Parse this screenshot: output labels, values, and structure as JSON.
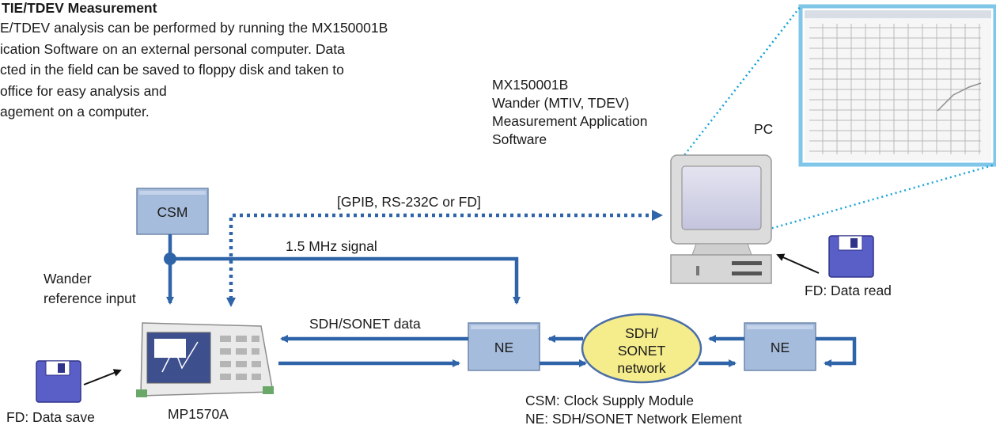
{
  "heading": "TIE/TDEV Measurement",
  "description_lines": [
    "E/TDEV analysis can be performed by running the MX150001B",
    "ication Software on an external personal computer.  Data",
    "cted in the field can be saved to floppy disk and taken to",
    "office for easy analysis and",
    "agement on a computer."
  ],
  "software_label_lines": [
    "MX150001B",
    "Wander (MTIV, TDEV)",
    "Measurement Application",
    "Software"
  ],
  "pc_label": "PC",
  "csm_label": "CSM",
  "link_label": "[GPIB, RS-232C or FD]",
  "signal_label": "1.5 MHz signal",
  "wander_label_lines": [
    "Wander",
    "reference input"
  ],
  "sdh_data_label": "SDH/SONET data",
  "ne_label": "NE",
  "network_label_lines": [
    "SDH/",
    "SONET",
    "network"
  ],
  "fd_read_label": "FD: Data read",
  "fd_save_label": "FD: Data save",
  "instrument_label": "MP1570A",
  "legend_lines": [
    "CSM: Clock Supply Module",
    "NE: SDH/SONET Network Element"
  ],
  "colors": {
    "arrow_blue": "#2f64a8",
    "box_fill": "#a6bcdc",
    "network_fill": "#f5ec8c",
    "dotted_cyan": "#1aa3d9"
  }
}
